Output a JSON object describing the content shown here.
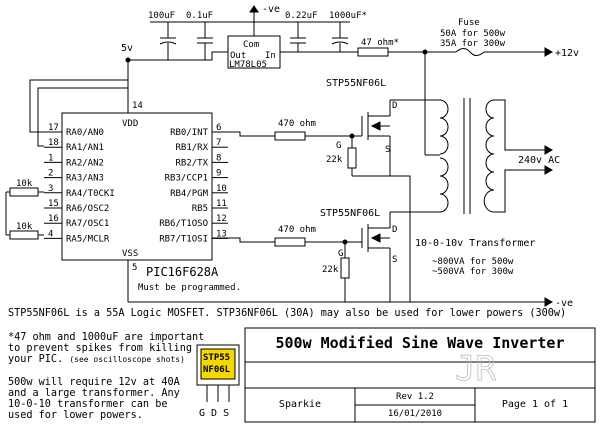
{
  "components": {
    "cap1": "100uF",
    "cap2": "0.1uF",
    "cap3": "0.22uF",
    "cap4": "1000uF*",
    "regulator_top": "Com",
    "regulator_left": "Out",
    "regulator_right": "In",
    "regulator_name": "LM78L05",
    "neg_rail_top": "-ve",
    "resistor_main": "47 ohm*",
    "fuse_label": "Fuse",
    "fuse_spec1": "50A for 500w",
    "fuse_spec2": "35A for 300w",
    "plus12": "+12v",
    "v5": "5v",
    "mosfet_top": "STP55NF06L",
    "mosfet_bottom": "STP55NF06L",
    "gate_res_top": "470 ohm",
    "gate_res_bottom": "470 ohm",
    "pulldown_top": "22k",
    "pulldown_bottom": "22k",
    "res_10k_1": "10k",
    "res_10k_2": "10k",
    "ac_out": "240v AC",
    "transformer_label": "10-0-10v Transformer",
    "va_500": "~800VA for 500w",
    "va_300": "~500VA for 300w",
    "neg_rail_bottom": "-ve",
    "pin_D": "D",
    "pin_G": "G",
    "pin_S": "S"
  },
  "mcu": {
    "name": "PIC16F628A",
    "note": "Must be programmed.",
    "vdd": "VDD",
    "vss": "VSS",
    "pin14": "14",
    "pin5": "5",
    "left_pins": [
      {
        "num": "17",
        "label": "RA0/AN0"
      },
      {
        "num": "18",
        "label": "RA1/AN1"
      },
      {
        "num": "1",
        "label": "RA2/AN2"
      },
      {
        "num": "2",
        "label": "RA3/AN3"
      },
      {
        "num": "3",
        "label": "RA4/T0CKI"
      },
      {
        "num": "15",
        "label": "RA6/OSC2"
      },
      {
        "num": "16",
        "label": "RA7/OSC1"
      },
      {
        "num": "4",
        "label": "RA5/MCLR"
      }
    ],
    "right_pins": [
      {
        "num": "6",
        "label": "RB0/INT"
      },
      {
        "num": "7",
        "label": "RB1/RX"
      },
      {
        "num": "8",
        "label": "RB2/TX"
      },
      {
        "num": "9",
        "label": "RB3/CCP1"
      },
      {
        "num": "10",
        "label": "RB4/PGM"
      },
      {
        "num": "11",
        "label": "RB5"
      },
      {
        "num": "12",
        "label": "RB6/T1OSO"
      },
      {
        "num": "13",
        "label": "RB7/T1OSI"
      }
    ]
  },
  "notes": {
    "line1": "STP55NF06L is a 55A Logic MOSFET. STP36NF06L (30A) may also be used for lower powers (300w)",
    "para1_line1": "*47 ohm and 1000uF are important",
    "para1_line2": "to prevent spikes from killing",
    "para1_line3": "your PIC.",
    "para1_small": "(see oscilloscope shots)",
    "para2_line1": "500w will require 12v at 40A",
    "para2_line2": "and a large transformer. Any",
    "para2_line3": "10-0-10 transformer can be",
    "para2_line4": "used for lower powers."
  },
  "package": {
    "line1": "STP55",
    "line2": "NF06L",
    "pins": "G D S"
  },
  "title_block": {
    "title": "500w Modified Sine Wave Inverter",
    "author": "Sparkie",
    "rev": "Rev 1.2",
    "date": "16/01/2010",
    "page": "Page 1 of 1",
    "watermark": "JR"
  }
}
